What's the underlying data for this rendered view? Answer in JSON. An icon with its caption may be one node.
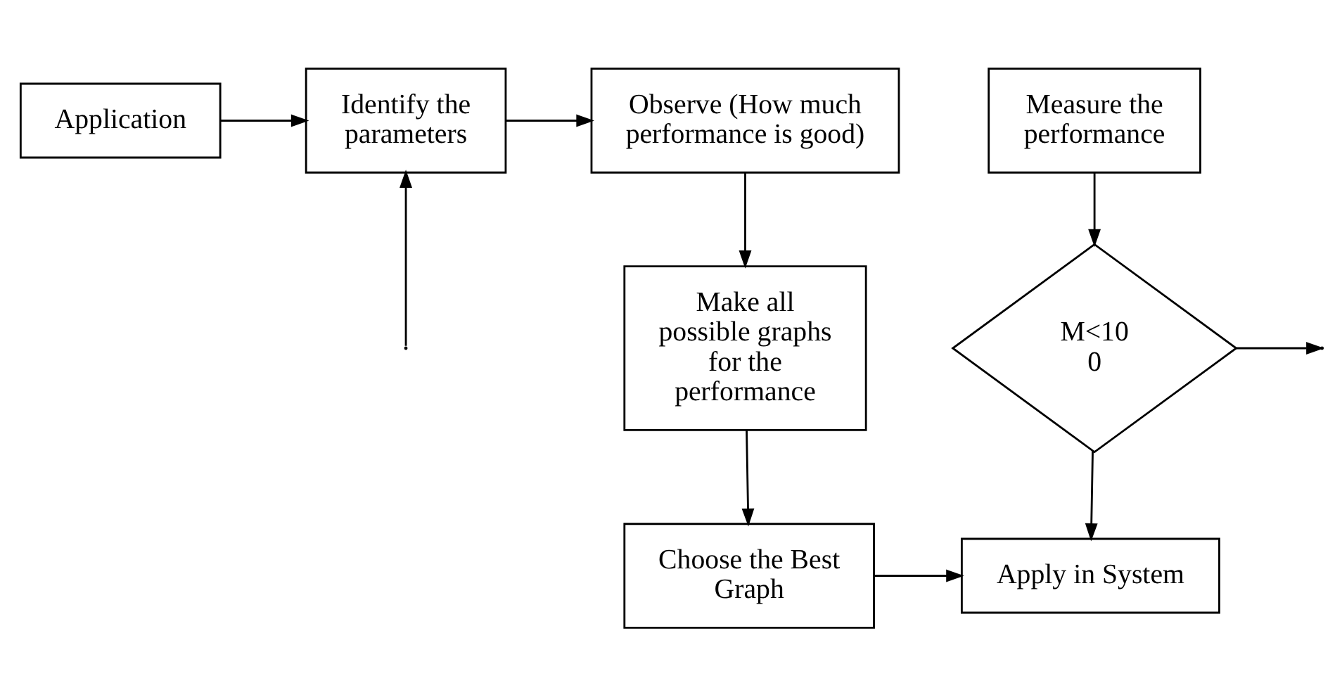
{
  "diagram": {
    "nodes": [
      {
        "text": [
          "Application"
        ]
      },
      {
        "text": [
          "Identify the parameters"
        ]
      },
      {
        "text": [
          "Observe (How much performance is good)"
        ]
      },
      {
        "text": [
          "Make all possible graphs for the performance"
        ]
      },
      {
        "text": [
          "M<10 0"
        ]
      },
      {
        "text": [
          "Measure the performance"
        ]
      },
      {
        "text": [
          "Choose the Best Graph"
        ]
      },
      {
        "text": [
          "Apply in System"
        ]
      }
    ],
    "edges": [
      {
        "from": 0,
        "to": 1,
        "arrow": "to"
      },
      {
        "from": 1,
        "to": 2,
        "arrow": "to"
      },
      {
        "from": 2,
        "to": 3,
        "arrow": "to"
      },
      {
        "from": 3,
        "to": 6,
        "arrow": "to"
      },
      {
        "from": 6,
        "to": 7,
        "arrow": "to"
      },
      {
        "from": 5,
        "to": 4,
        "arrow": "to"
      },
      {
        "from": 4,
        "to": null,
        "arrow": "to"
      },
      {
        "from": null,
        "to": 1,
        "arrow": "to"
      },
      {
        "from": 4,
        "to": 7,
        "arrow": "to"
      }
    ]
  }
}
